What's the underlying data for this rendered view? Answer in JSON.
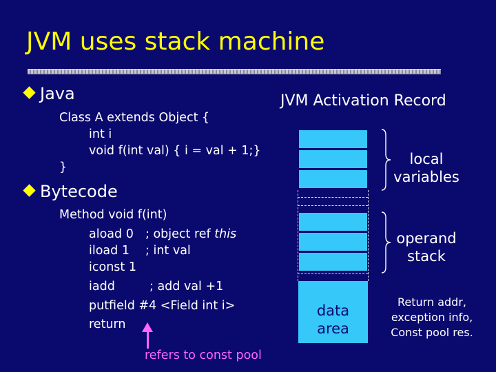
{
  "slide": {
    "title": "JVM uses stack machine",
    "java_bullet": "Java",
    "java_code": [
      "Class A extends Object {",
      "int i",
      "void f(int val) { i = val + 1;}",
      "}"
    ],
    "bytecode_bullet": "Bytecode",
    "bytecode_code": [
      "Method void f(int)",
      "aload 0",
      "; object ref ",
      "this",
      "iload 1",
      "; int val",
      "iconst 1",
      "iadd",
      "; add val +1",
      "putfield #4 <Field int i>",
      "return"
    ],
    "arrow_note": "refers to const pool"
  },
  "activation_record": {
    "title": "JVM Activation Record",
    "local_label_1": "local",
    "local_label_2": "variables",
    "operand_label_1": "operand",
    "operand_label_2": "stack",
    "data_area_1": "data",
    "data_area_2": "area",
    "data_note_1": "Return addr,",
    "data_note_2": "exception info,",
    "data_note_3": "Const pool res."
  },
  "colors": {
    "background": "#0a0a6e",
    "title": "#ffff00",
    "bullet": "#ffff00",
    "cell": "#35c8f8",
    "accent": "#ff66ff"
  }
}
